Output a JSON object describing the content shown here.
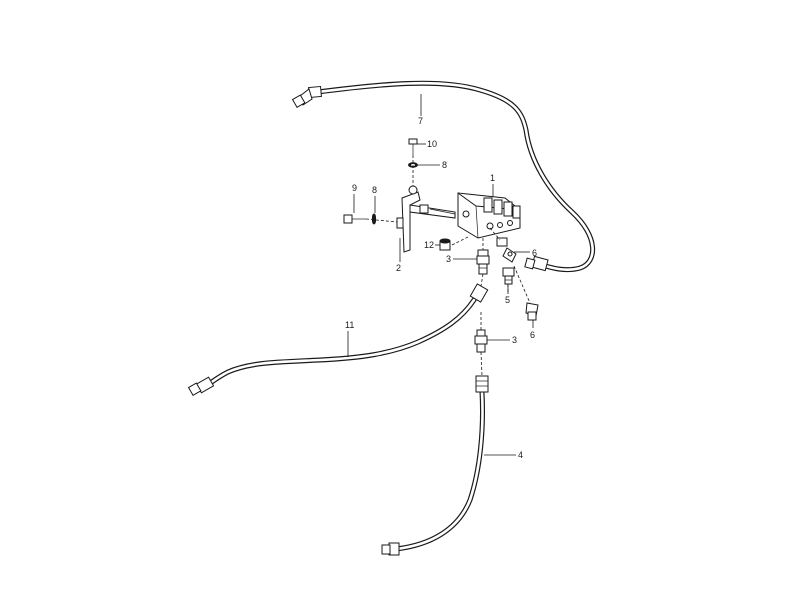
{
  "callouts": {
    "c1": "1",
    "c2": "2",
    "c3a": "3",
    "c3b": "3",
    "c4": "4",
    "c5": "5",
    "c6a": "6",
    "c6b": "6",
    "c7": "7",
    "c8a": "8",
    "c8b": "8",
    "c9": "9",
    "c10": "10",
    "c11": "11",
    "c12": "12"
  }
}
